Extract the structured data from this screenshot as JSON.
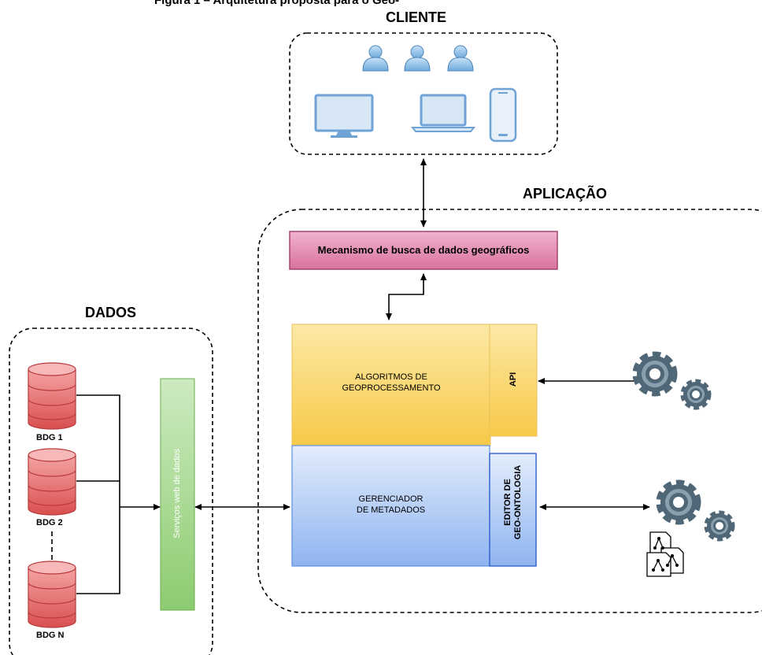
{
  "figure_caption": "Figura 1 – Arquitetura proposta para o Geo-",
  "groups": {
    "client": "CLIENTE",
    "application": "APLICAÇÃO",
    "data": "DADOS"
  },
  "components": {
    "search_engine": "Mecanismo de busca de dados geográficos",
    "algorithms_line1": "ALGORITMOS DE",
    "algorithms_line2": "GEOPROCESSAMENTO",
    "api": "API",
    "metadata_line1": "GERENCIADOR",
    "metadata_line2": "DE METADADOS",
    "editor_line1": "EDITOR DE",
    "editor_line2": "GEO-ONTOLOGIA",
    "web_services": "Serviços web de dados"
  },
  "databases": [
    "BDG 1",
    "BDG 2",
    "BDG N"
  ],
  "colors": {
    "search_fill": "#e38fb5",
    "algorithms_fill": "#fbd86f",
    "metadata_fill": "#b3cdf5",
    "web_services_fill": "#a3d48a",
    "database_fill": "#e56b6b",
    "user_fill": "#8fbfe8",
    "gear_fill": "#4f6777"
  },
  "icons": [
    "user-icon",
    "monitor-icon",
    "laptop-icon",
    "smartphone-icon",
    "database-icon",
    "gear-icon",
    "ontology-document-icon"
  ]
}
